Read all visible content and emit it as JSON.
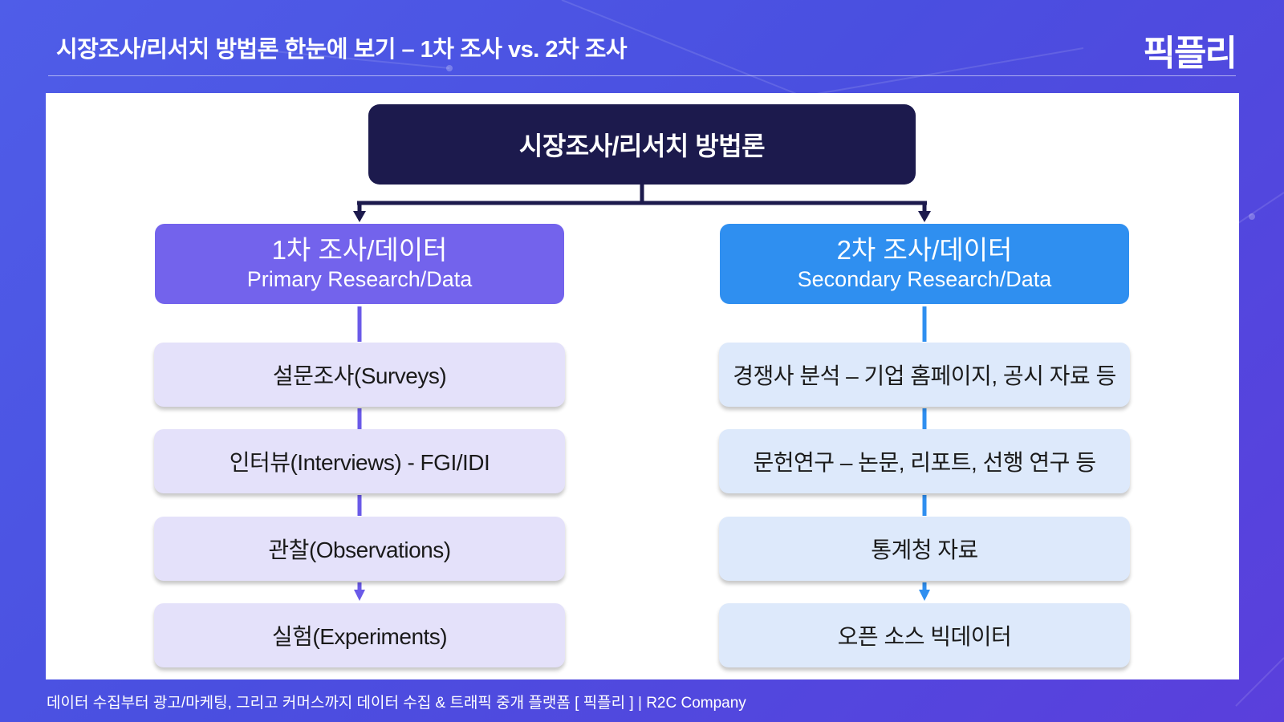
{
  "header": {
    "title": "시장조사/리서치 방법론 한눈에 보기 – 1차 조사 vs. 2차 조사",
    "brand": "픽플리"
  },
  "diagram": {
    "root": "시장조사/리서치 방법론",
    "primary": {
      "title_kr": "1차 조사/데이터",
      "title_en": "Primary Research/Data",
      "items": [
        "설문조사(Surveys)",
        "인터뷰(Interviews) - FGI/IDI",
        "관찰(Observations)",
        "실험(Experiments)"
      ]
    },
    "secondary": {
      "title_kr": "2차 조사/데이터",
      "title_en": "Secondary Research/Data",
      "items": [
        "경쟁사 분석 – 기업 홈페이지, 공시 자료 등",
        "문헌연구 – 논문, 리포트, 선행 연구 등",
        "통계청 자료",
        "오픈 소스 빅데이터"
      ]
    }
  },
  "footer": {
    "text": "데이터 수집부터 광고/마케팅, 그리고 커머스까지 데이터 수집 & 트래픽 중개 플랫폼 [ 픽플리 ]  |  R2C Company"
  },
  "colors": {
    "root": "#1c1a4d",
    "primary": "#7363ec",
    "secondary": "#2f8ff0",
    "primary_item": "#e4e1fa",
    "secondary_item": "#dde9fb"
  }
}
